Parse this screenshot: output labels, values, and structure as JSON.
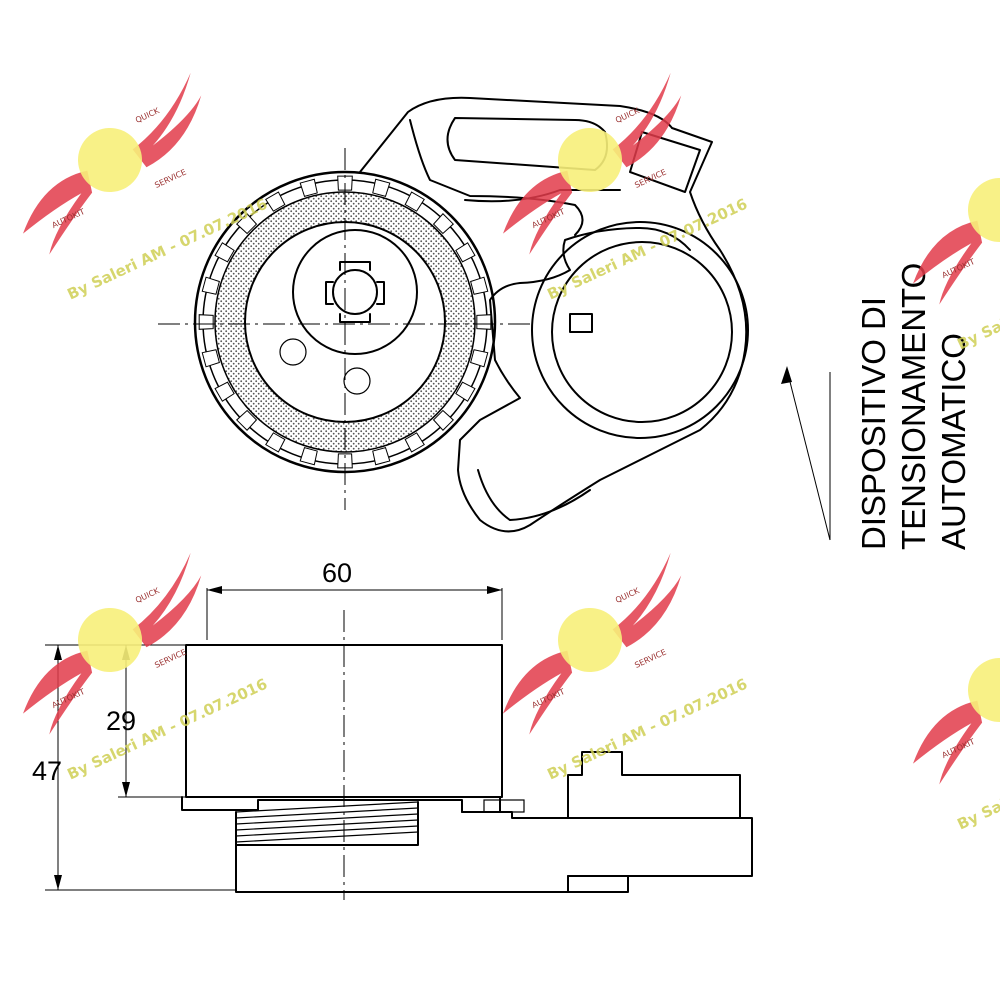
{
  "diagram": {
    "label": {
      "line1": "DISPOSITIVO DI",
      "line2": "TENSIONAMENTO",
      "line3": "AUTOMATICO"
    },
    "dimensions": {
      "width": "60",
      "height_total": "47",
      "height_roller": "29"
    }
  },
  "watermark": {
    "text": "By Saleri AM - 07.07.2016",
    "brand_top": "QUICK",
    "brand_left": "AUTOKIT",
    "brand_right": "SERVICE"
  },
  "colors": {
    "line": "#000000",
    "watermark_red": "#e23b4a",
    "watermark_yellow": "#f7ef7a"
  }
}
